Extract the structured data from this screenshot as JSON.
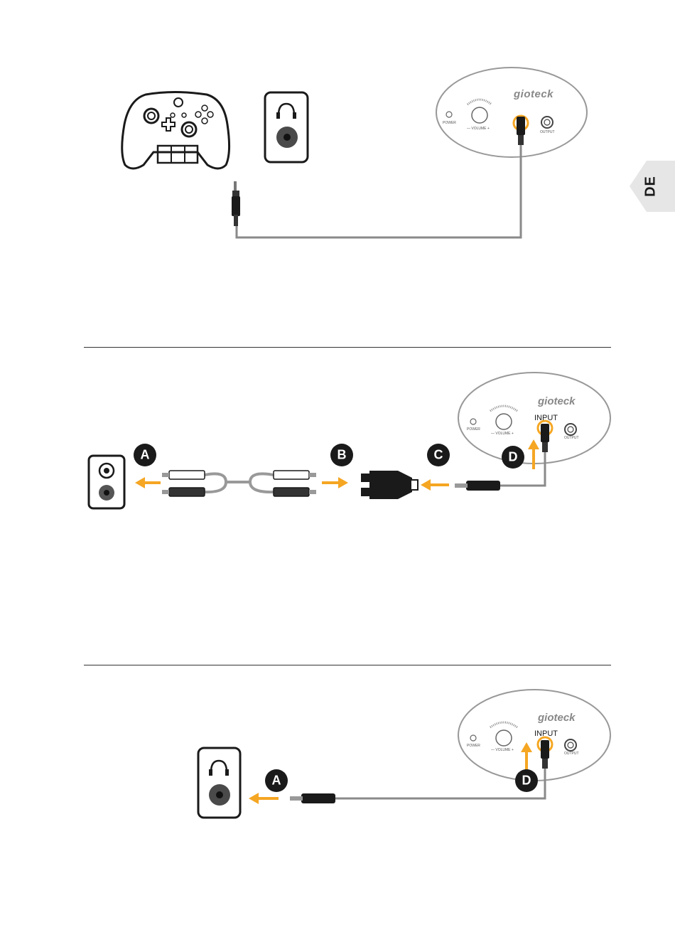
{
  "language_tab": {
    "label": "DE"
  },
  "brand": {
    "logo_text": "gioteck"
  },
  "amp_labels": {
    "power": "POWER",
    "volume": "— VOLUME +",
    "output": "OUTPUT",
    "input": "INPUT"
  },
  "markers": {
    "a": "A",
    "b": "B",
    "c": "C",
    "d": "D"
  },
  "colors": {
    "accent": "#F5A623",
    "cable": "#8a8a8a",
    "tab": "#e6e6e6",
    "line": "#1a1a1a"
  },
  "icons": [
    "controller-icon",
    "headphone-jack-icon",
    "amplifier-icon",
    "rca-jack-icon",
    "arrow-icon"
  ]
}
